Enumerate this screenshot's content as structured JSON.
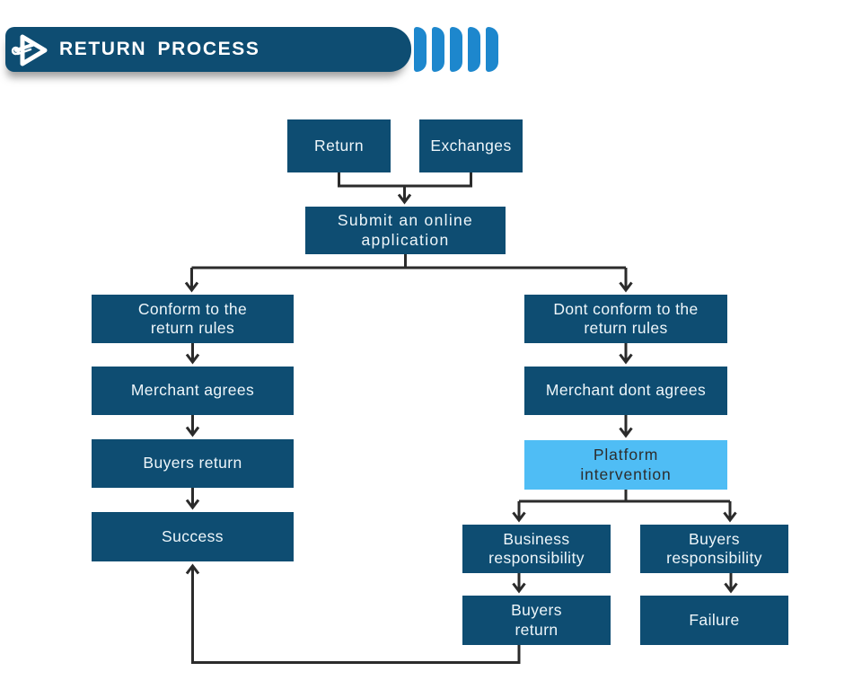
{
  "header": {
    "title": "RETURN PROCESS",
    "logo": "play-triangle-wrench-icon",
    "decoration_count": 5
  },
  "colors": {
    "navy": "#0e4d72",
    "accent_blue": "#1d87cd",
    "highlight_blue": "#4fbdf5",
    "line": "#2b2b2b",
    "text_light": "#eef6fa",
    "text_dark": "#2d2d2d",
    "background": "#ffffff"
  },
  "flowchart": {
    "nodes": {
      "return": {
        "label": "Return"
      },
      "exchanges": {
        "label": "Exchanges"
      },
      "submit": {
        "label": "Submit an online\napplication"
      },
      "conform": {
        "label": "Conform to the\nreturn rules"
      },
      "merchant_agrees": {
        "label": "Merchant agrees"
      },
      "buyers_return_left": {
        "label": "Buyers return"
      },
      "success": {
        "label": "Success"
      },
      "dont_conform": {
        "label": "Dont conform to the\nreturn rules"
      },
      "merchant_dont_agrees": {
        "label": "Merchant dont agrees"
      },
      "platform": {
        "label": "Platform\nintervention"
      },
      "business_resp": {
        "label": "Business\nresponsibility"
      },
      "buyers_resp": {
        "label": "Buyers\nresponsibility"
      },
      "buyers_return_bottom": {
        "label": "Buyers\nreturn"
      },
      "failure": {
        "label": "Failure"
      }
    },
    "edges": [
      {
        "from": "return",
        "to": "submit"
      },
      {
        "from": "exchanges",
        "to": "submit"
      },
      {
        "from": "submit",
        "to": "conform"
      },
      {
        "from": "submit",
        "to": "dont_conform"
      },
      {
        "from": "conform",
        "to": "merchant_agrees"
      },
      {
        "from": "merchant_agrees",
        "to": "buyers_return_left"
      },
      {
        "from": "buyers_return_left",
        "to": "success"
      },
      {
        "from": "dont_conform",
        "to": "merchant_dont_agrees"
      },
      {
        "from": "merchant_dont_agrees",
        "to": "platform"
      },
      {
        "from": "platform",
        "to": "business_resp"
      },
      {
        "from": "platform",
        "to": "buyers_resp"
      },
      {
        "from": "business_resp",
        "to": "buyers_return_bottom"
      },
      {
        "from": "buyers_resp",
        "to": "failure"
      },
      {
        "from": "buyers_return_bottom",
        "to": "success"
      }
    ]
  }
}
